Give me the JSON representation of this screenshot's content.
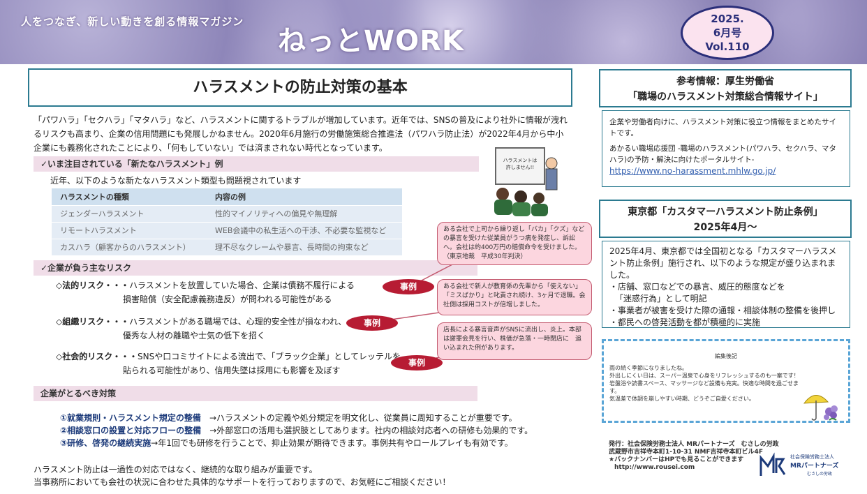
{
  "header": {
    "tagline": "人をつなぎ、新しい動きを創る情報マガジン",
    "title": "ねっとWORK",
    "issue": {
      "year": "2025.",
      "month": "6月号",
      "vol": "Vol.110"
    }
  },
  "main": {
    "title": "ハラスメントの防止対策の基本",
    "intro": "「パワハラ」「セクハラ」「マタハラ」など、ハラスメントに関するトラブルが増加しています。近年では、SNSの普及により社外に情報が洩れるリスクも高まり、企業の信用問題にも発展しかねません。2020年6月施行の労働施策総合推進法（パワハラ防止法）が2022年4月から中小企業にも義務化されたことにより、「何もしていない」では済まされない時代となっています。",
    "section1": {
      "heading": "✓いま注目されている「新たなハラスメント」例",
      "lead": "近年、以下のような新たなハラスメント類型も問題視されています",
      "table_headers": [
        "ハラスメントの種類",
        "内容の例"
      ],
      "rows": [
        [
          "ジェンダーハラスメント",
          "性的マイノリティへの偏見や無理解"
        ],
        [
          "リモートハラスメント",
          "WEB会議中の私生活への干渉、不必要な監視など"
        ],
        [
          "カスハラ（顧客からのハラスメント）",
          "理不尽なクレームや暴言、長時間の拘束など"
        ]
      ]
    },
    "section2": {
      "heading": "✓企業が負う主なリスク",
      "risks": [
        {
          "head": "◇法的リスク・・・",
          "line1": "ハラスメントを放置していた場合、企業は債務不履行による",
          "line2": "損害賠償（安全配慮義務違反）が問われる可能性がある"
        },
        {
          "head": "◇組織リスク・・・",
          "line1": "ハラスメントがある職場では、心理的安全性が損なわれ、",
          "line2": "優秀な人材の離職や士気の低下を招く"
        },
        {
          "head": "◇社会的リスク・・・",
          "line1": "SNSや口コミサイトによる流出で、「ブラック企業」としてレッテルを",
          "line2": "貼られる可能性があり、信用失墜は採用にも影響を及ぼす"
        }
      ]
    },
    "section3": {
      "heading": "企業がとるべき対策",
      "measures": [
        {
          "bold": "①就業規則・ハラスメント規定の整備",
          "rest": "→ハラスメントの定義や処分規定を明文化し、従業員に周知することが重要です。"
        },
        {
          "bold": "②相談窓口の設置と対応フローの整備",
          "rest": "→外部窓口の活用も選択肢としてあります。社内の相談対応者への研修も効果的です。"
        },
        {
          "bold": "③研修、啓発の継続実施",
          "rest": "→年1回でも研修を行うことで、抑止効果が期待できます。事例共有やロールプレイも有効です。"
        }
      ]
    },
    "closing": {
      "line1": "ハラスメント防止は一過性の対応ではなく、継続的な取り組みが重要です。",
      "line2": "当事務所においても会社の状況に合わせた具体的なサポートを行っておりますので、お気軽にご相談ください！"
    },
    "cases": {
      "tag": "事例",
      "items": [
        "ある会社で上司から繰り返し「バカ」「クズ」などの暴言を受けた従業員がうつ病を発症し、訴訟へ。会社は約400万円の賠償命令を受けました。（東京地裁　平成30年判決）",
        "ある会社で新人が教育係の先輩から「使えない」「ミスばかり」と叱責され続け、3ヶ月で退職。会社側は採用コストが倍増しました。",
        "店長による暴言音声がSNSに流出し、炎上。本部は謝罪会見を行い、株価が急落・一時閉店に　追い込まれた例があります。"
      ]
    },
    "illustration_sign": "ハラスメントは許しません!!"
  },
  "sidebar": {
    "reference": {
      "title_line1": "参考情報：厚生労働省",
      "title_line2": "「職場のハラスメント対策総合情報サイト」",
      "body1": "企業や労働者向けに、ハラスメント対策に役立つ情報をまとめたサイトです。",
      "body2": "あかるい職場応援団 -職場のハラスメント(パワハラ、セクハラ、マタハラ)の予防・解決に向けたポータルサイト-",
      "url": "https://www.no-harassment.mhlw.go.jp/"
    },
    "tokyo": {
      "title_line1": "東京都「カスタマーハラスメント防止条例」",
      "title_line2": "2025年4月～",
      "body": [
        "2025年4月、東京都では全国初となる「カスタマーハラスメント防止条例」施行され、以下のような規定が盛り込まれました。",
        "・店舗、窓口などでの暴言、威圧的態度などを",
        "「迷惑行為」として明記",
        "・事業者が被害を受けた際の通報・相談体制の整備を後押し",
        "・都民への啓発活動を都が積極的に実施"
      ]
    },
    "editor": {
      "title": "編集後記",
      "body": [
        "雨の続く季節になりましたね。",
        "外出しにくい日は、スーパー温泉で心身をリフレッシュするのも一案です！",
        "岩盤浴や読書スペース、マッサージなど設備も充実。快適な時間を過ごせます。",
        "気温差で体調を崩しやすい時期、どうぞご自愛ください。"
      ]
    },
    "publisher": {
      "line1": "発行：社会保険労務士法人 MRパートナーズ　むさしの労政",
      "line2": "武蔵野市吉祥寺本町1-10-31 NMF吉祥寺本町ビル4F",
      "line3": "★バックナンバーはHPでも見ることができます",
      "line4": "http://www.rousei.com"
    },
    "logo": {
      "small": "社会保険労務士法人",
      "big": "MRパートナーズ",
      "sub": "むさしの労政"
    }
  },
  "colors": {
    "accent_teal": "#2b7a90",
    "case_red": "#b71c33",
    "bubble_pink": "#fcd6df",
    "navy": "#2b2f7a"
  }
}
